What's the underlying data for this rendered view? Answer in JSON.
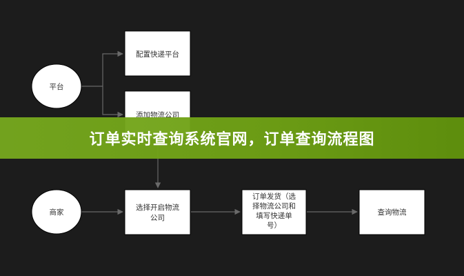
{
  "title": "订单实时查询系统官网，订单查询流程图",
  "colors": {
    "background": "#1c1c1c",
    "node_fill": "#ffffff",
    "node_stroke": "#000000",
    "edge": "#6a6a6a",
    "banner": "#72a51a",
    "banner_text": "#ffffff"
  },
  "nodes": {
    "platform": "平台",
    "merchant": "商家",
    "config_platform": "配置快递平台",
    "add_company": "添加物流公司",
    "select_company": [
      "选择开启物流",
      "公司"
    ],
    "ship_order": [
      "订单发货（选",
      "择物流公司和",
      "填写快递单",
      "号）"
    ],
    "query_logistics": "查询物流"
  }
}
